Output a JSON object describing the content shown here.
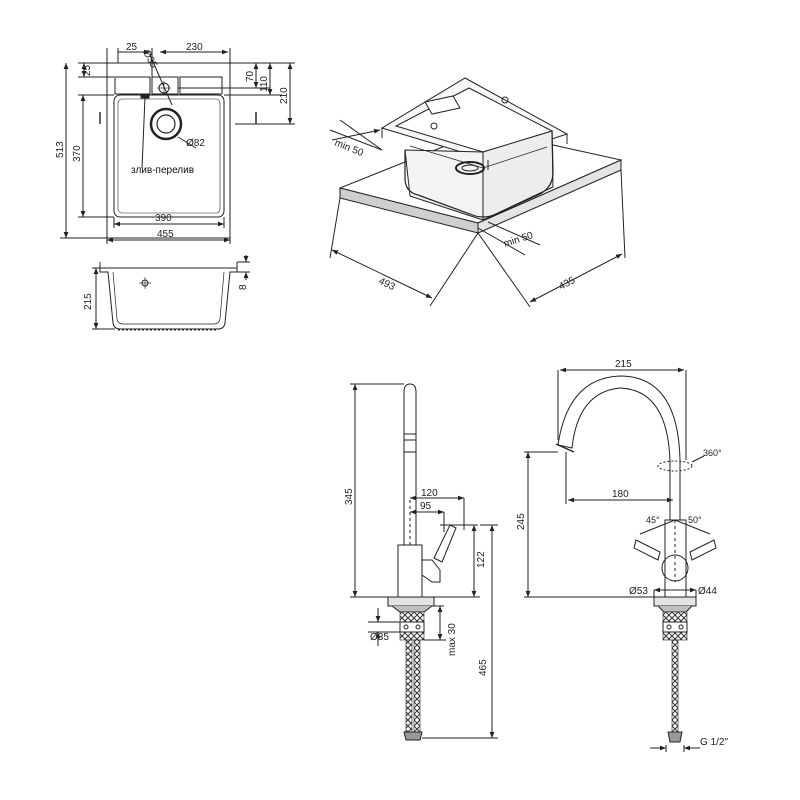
{
  "sink_top": {
    "dim_25_top": "25",
    "dim_diam35": "Ø35",
    "dim_230": "230",
    "dim_25_left": "25",
    "dim_70": "70",
    "dim_110": "110",
    "dim_210": "210",
    "dim_513": "513",
    "dim_370": "370",
    "dim_diam82": "Ø82",
    "overflow_label": "злив-перелив",
    "dim_390": "390",
    "dim_455": "455"
  },
  "sink_section": {
    "dim_215": "215",
    "dim_8": "8"
  },
  "sink_iso": {
    "min50_left": "min 50",
    "min50_right": "min 50",
    "dim_493": "493",
    "dim_435": "435"
  },
  "faucet_side": {
    "dim_345": "345",
    "dim_120": "120",
    "dim_95": "95",
    "dim_122": "122",
    "dim_diam35": "Ø35",
    "dim_max30": "max 30",
    "dim_465": "465"
  },
  "faucet_front": {
    "dim_215": "215",
    "dim_360": "360°",
    "dim_180": "180",
    "dim_245": "245",
    "dim_45": "45°",
    "dim_50": "50°",
    "dim_diam53": "Ø53",
    "dim_diam44": "Ø44",
    "dim_g12": "G 1/2\""
  }
}
